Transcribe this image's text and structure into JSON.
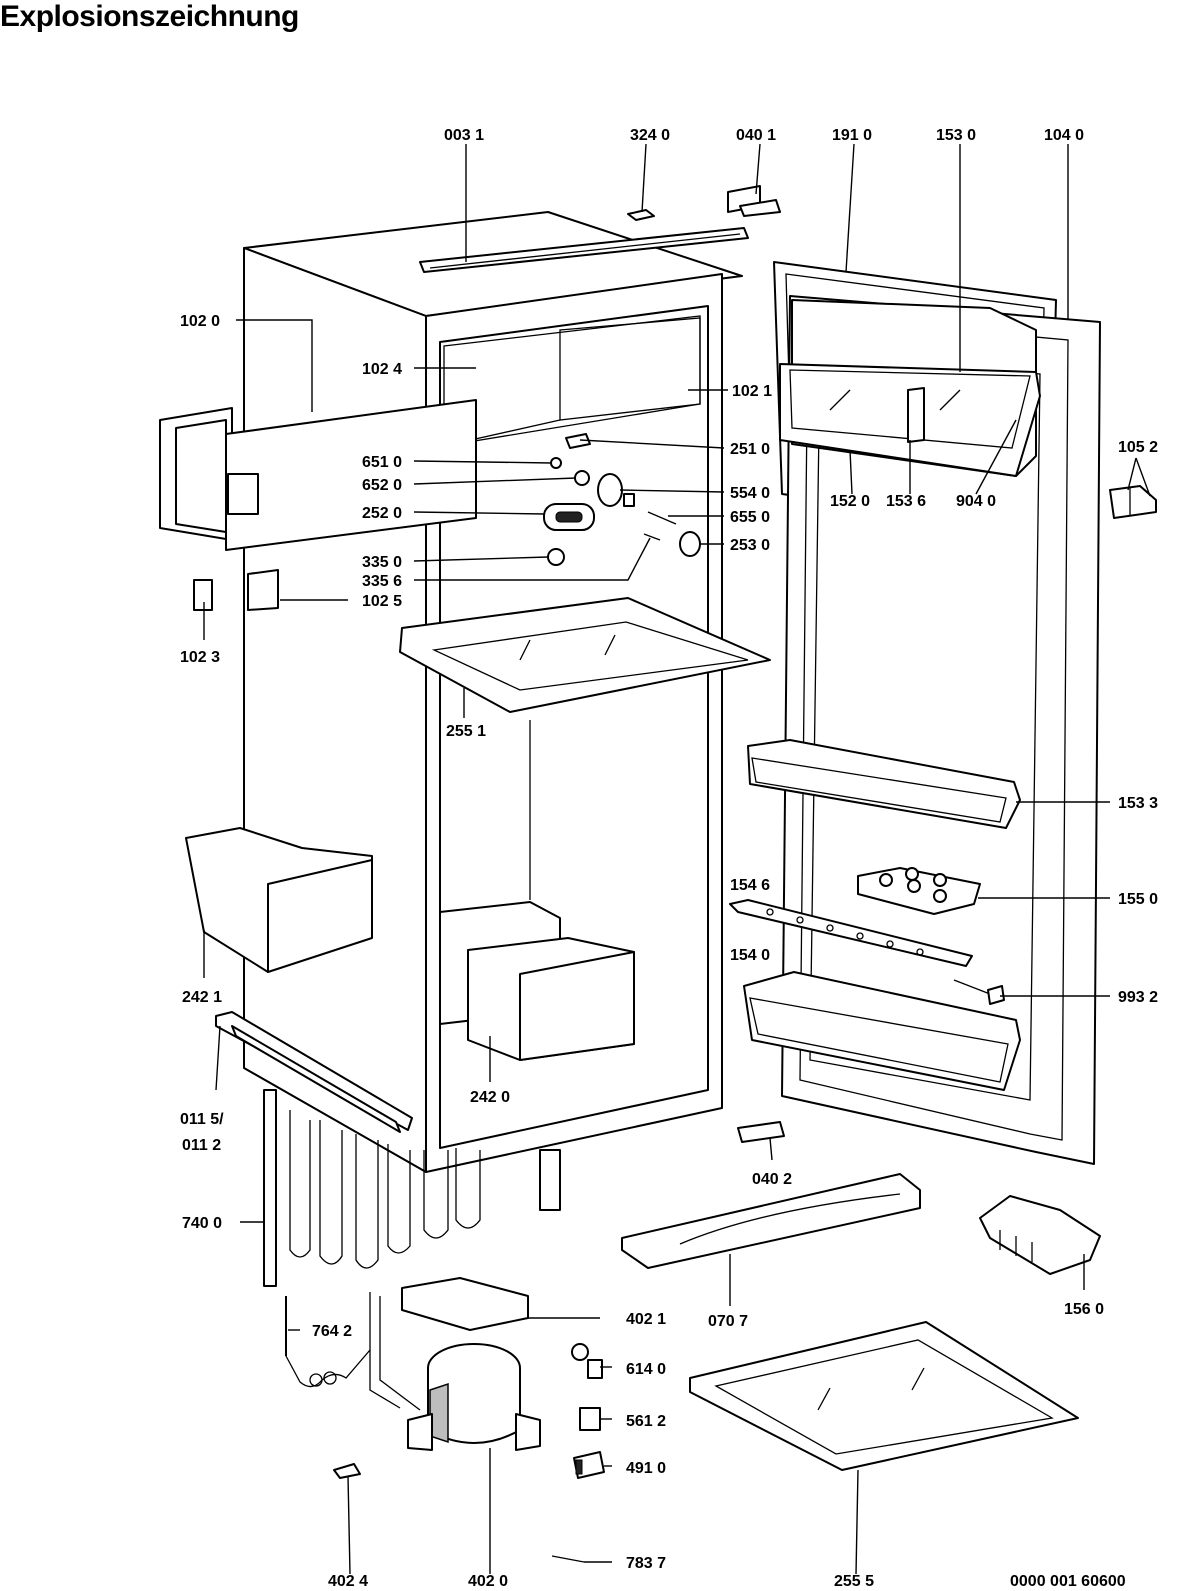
{
  "title": "Explosionszeichnung",
  "drawing_number": "0000 001 60600",
  "part_labels": [
    "003 1",
    "324 0",
    "040 1",
    "191 0",
    "153 0",
    "104 0",
    "102 0",
    "102 4",
    "102 1",
    "251 0",
    "651 0",
    "652 0",
    "554 0",
    "252 0",
    "655 0",
    "253 0",
    "335 0",
    "335 6",
    "102 5",
    "102 3",
    "152 0",
    "153 6",
    "904 0",
    "105 2",
    "255 1",
    "153 3",
    "154 6",
    "155 0",
    "154 0",
    "993 2",
    "242 1",
    "242 0",
    "011 5/",
    "011 2",
    "040 2",
    "740 0",
    "070 7",
    "156 0",
    "402 1",
    "764 2",
    "614 0",
    "561 2",
    "491 0",
    "783 7",
    "402 4",
    "402 0",
    "255 5"
  ]
}
